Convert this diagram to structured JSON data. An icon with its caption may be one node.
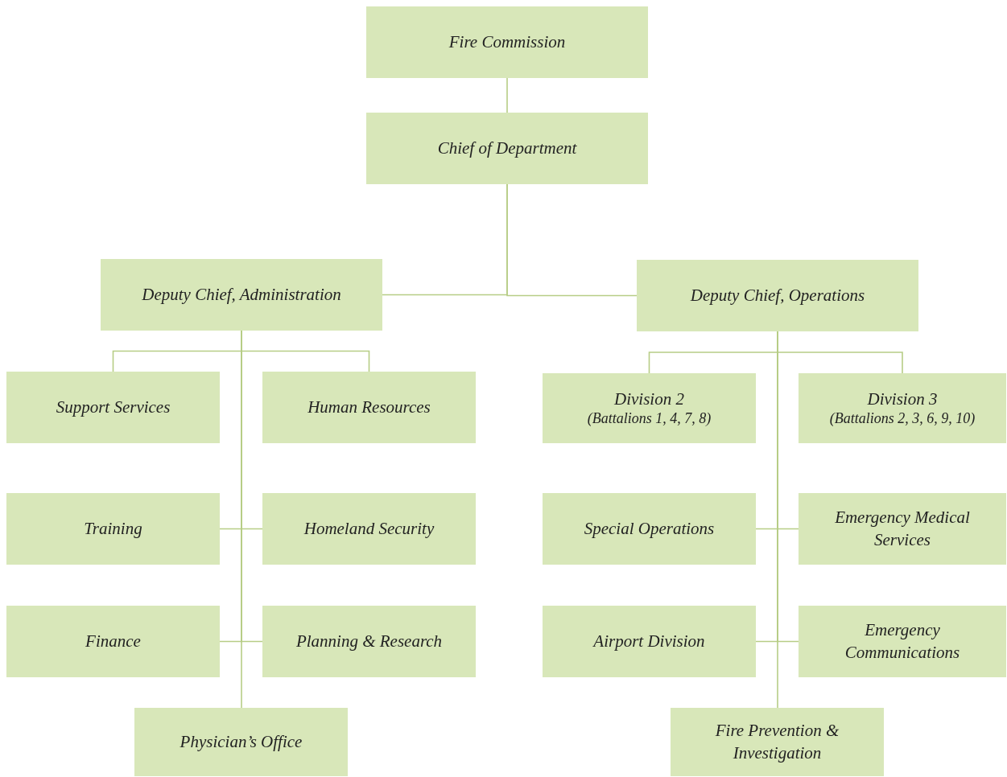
{
  "diagram": {
    "nodes": [
      {
        "text": [
          "Fire Commission"
        ]
      },
      {
        "text": [
          "Chief of Department"
        ]
      },
      {
        "text": [
          "Deputy Chief, Administration"
        ]
      },
      {
        "text": [
          "Deputy Chief, Operations"
        ]
      },
      {
        "text": [
          "Support Services"
        ]
      },
      {
        "text": [
          "Human Resources"
        ]
      },
      {
        "text": [
          "Training"
        ]
      },
      {
        "text": [
          "Homeland Security"
        ]
      },
      {
        "text": [
          "Finance"
        ]
      },
      {
        "text": [
          "Planning & Research"
        ]
      },
      {
        "text": [
          "Physician’s Office"
        ]
      },
      {
        "text": [
          "Division 2",
          "(Battalions 1, 4, 7, 8)"
        ]
      },
      {
        "text": [
          "Division 3",
          "(Battalions 2, 3, 6, 9, 10)"
        ]
      },
      {
        "text": [
          "Special Operations"
        ]
      },
      {
        "text": [
          "Emergency Medical Services"
        ]
      },
      {
        "text": [
          "Airport Division"
        ]
      },
      {
        "text": [
          "Emergency Communications"
        ]
      },
      {
        "text": [
          "Fire Prevention & Investigation"
        ]
      }
    ],
    "edges": [
      {
        "from": 0,
        "to": 1,
        "arrow": "none"
      },
      {
        "from": 1,
        "to": 2,
        "arrow": "none"
      },
      {
        "from": 1,
        "to": 3,
        "arrow": "none"
      },
      {
        "from": 2,
        "to": 4,
        "arrow": "none"
      },
      {
        "from": 2,
        "to": 5,
        "arrow": "none"
      },
      {
        "from": 2,
        "to": 6,
        "arrow": "none"
      },
      {
        "from": 2,
        "to": 7,
        "arrow": "none"
      },
      {
        "from": 2,
        "to": 8,
        "arrow": "none"
      },
      {
        "from": 2,
        "to": 9,
        "arrow": "none"
      },
      {
        "from": 2,
        "to": 10,
        "arrow": "none"
      },
      {
        "from": 3,
        "to": 11,
        "arrow": "none"
      },
      {
        "from": 3,
        "to": 12,
        "arrow": "none"
      },
      {
        "from": 3,
        "to": 13,
        "arrow": "none"
      },
      {
        "from": 3,
        "to": 14,
        "arrow": "none"
      },
      {
        "from": 3,
        "to": 15,
        "arrow": "none"
      },
      {
        "from": 3,
        "to": 16,
        "arrow": "none"
      },
      {
        "from": 3,
        "to": 17,
        "arrow": "none"
      }
    ]
  }
}
